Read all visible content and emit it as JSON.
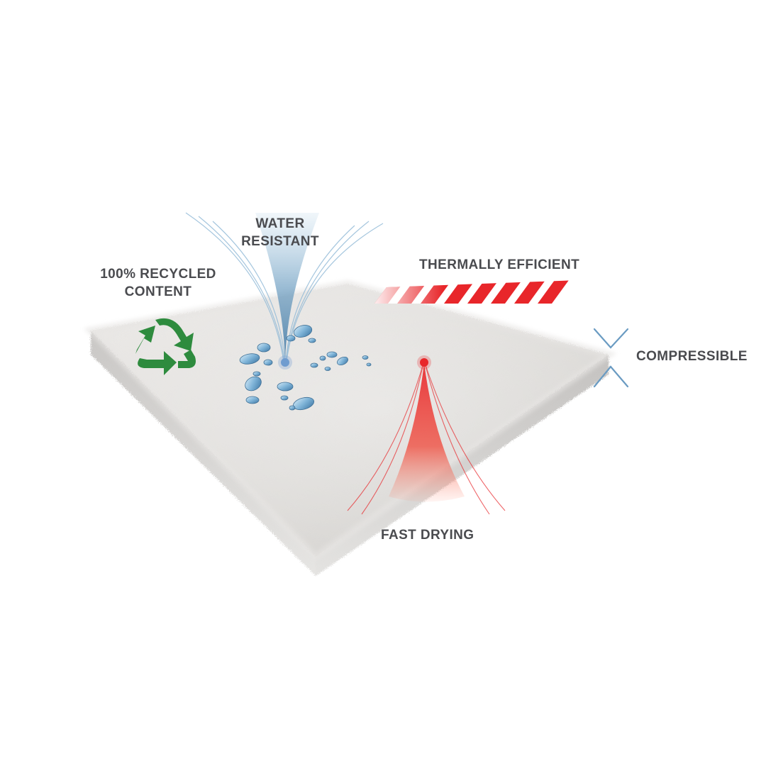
{
  "features": {
    "water_resistant": {
      "line1": "WATER",
      "line2": "RESISTANT"
    },
    "recycled": {
      "line1": "100% RECYCLED",
      "line2": "CONTENT"
    },
    "thermal": {
      "label": "THERMALLY EFFICIENT"
    },
    "compressible": {
      "label": "COMPRESSIBLE"
    },
    "fast_drying": {
      "label": "FAST DRYING"
    }
  },
  "colors": {
    "label_text": "#4a4b4f",
    "water_blue": "#5b8fb5",
    "heat_red": "#e8262a",
    "recycle_green": "#2e8b3e",
    "compress_blue": "#6a9bc2",
    "pad_gray": "#d8d6d4"
  },
  "icons": [
    "recycle-icon",
    "water-drops-icon",
    "heat-cone-icon",
    "compress-arrows-icon",
    "thermal-stripes-icon"
  ]
}
